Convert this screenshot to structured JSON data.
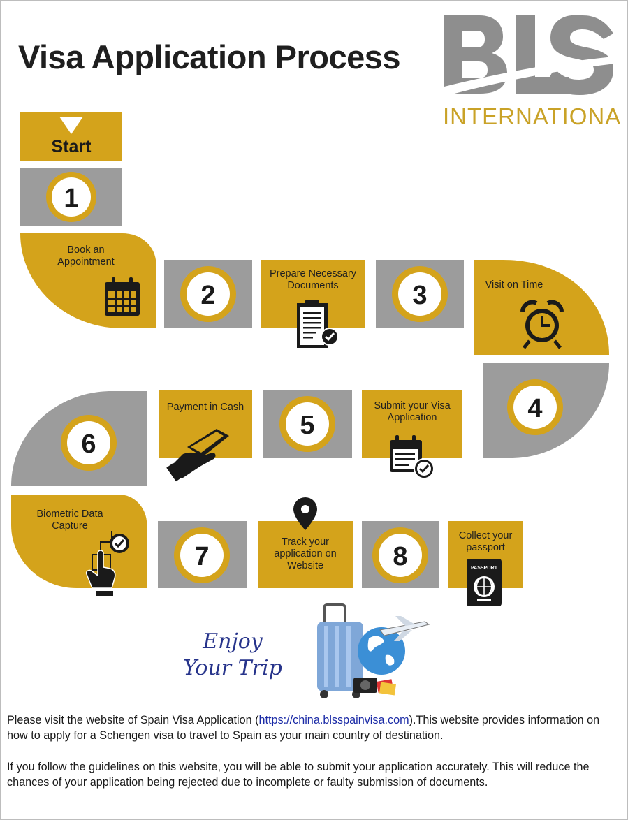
{
  "header": {
    "title": "Visa Application Process",
    "logo_main": "BLS",
    "logo_sub": "INTERNATIONAL"
  },
  "colors": {
    "gold": "#d4a31b",
    "gray": "#9c9c9c",
    "dark": "#1a1a1a",
    "enjoy": "#27348b"
  },
  "start_label": "Start",
  "steps": [
    {
      "number": "1",
      "label": "Book an Appointment",
      "icon": "calendar-icon"
    },
    {
      "number": "2",
      "label": "Prepare Necessary Documents",
      "icon": "clipboard-icon"
    },
    {
      "number": "3",
      "label": "Visit on Time",
      "icon": "alarm-clock-icon"
    },
    {
      "number": "4",
      "label": "Submit your Visa Application",
      "icon": "calendar-check-icon"
    },
    {
      "number": "5",
      "label": "Payment in Cash",
      "icon": "cash-hand-icon"
    },
    {
      "number": "6",
      "label": "Biometric Data Capture",
      "icon": "fingerprint-icon"
    },
    {
      "number": "7",
      "label": "Track your application on Website",
      "icon": "location-pin-icon"
    },
    {
      "number": "8",
      "label": "Collect your passport",
      "icon": "passport-icon"
    }
  ],
  "passport_text": "PASSPORT",
  "enjoy": {
    "line1": "Enjoy",
    "line2": "Your Trip"
  },
  "footer": {
    "p1_before": "Please visit the website of Spain Visa Application (",
    "p1_link": "https://china.blsspainvisa.com",
    "p1_after": ").This website provides information on how to apply for a Schengen visa to travel to Spain as your main country of destination.",
    "p2": "If you follow the guidelines on this website, you will be able to submit your application accurately. This will reduce the chances of your application being rejected due to incomplete or faulty submission of documents."
  }
}
